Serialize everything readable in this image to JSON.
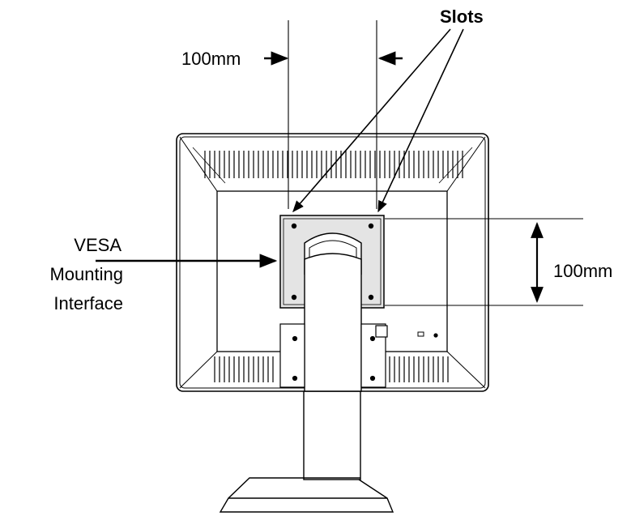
{
  "labels": {
    "slots": "Slots",
    "top_dimension": "100mm",
    "side_dimension": "100mm",
    "vesa_line1": "VESA",
    "vesa_line2": "Mounting",
    "vesa_line3": "Interface"
  },
  "colors": {
    "ink": "#000000",
    "paper": "#ffffff",
    "mount_plate": "#e4e4e4"
  }
}
